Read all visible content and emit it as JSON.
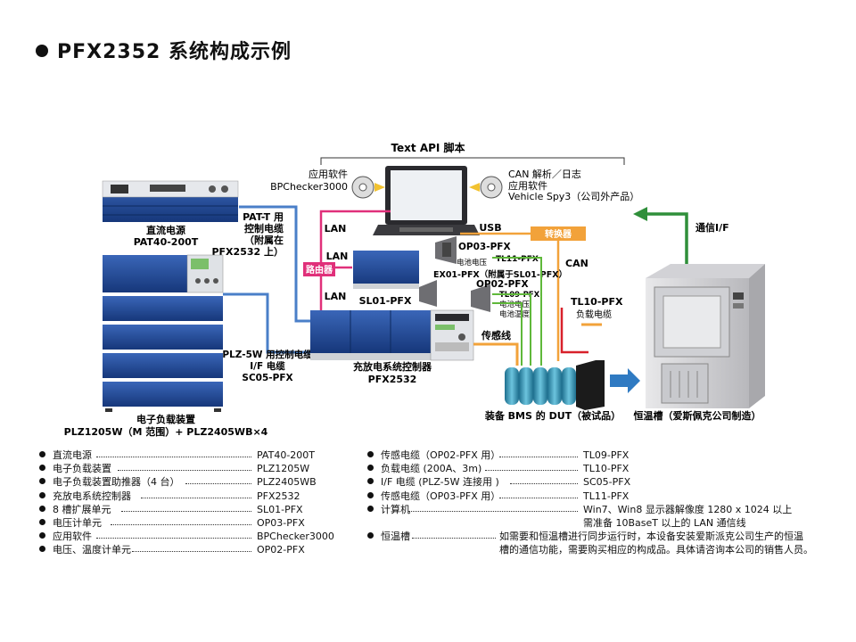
{
  "page": {
    "title": "PFX2352 系统构成示例"
  },
  "diagram": {
    "text_api": "Text API 脚本",
    "app_left": "应用软件",
    "app_left_name": "BPChecker3000",
    "can_log": "CAN 解析／日志",
    "app_right": "应用软件",
    "app_right_name": "Vehicle Spy3（公司外产品）",
    "psu_label": "直流电源",
    "psu_model": "PAT40-200T",
    "pat_cable_1": "PAT-T 用",
    "pat_cable_2": "控制电缆",
    "pat_cable_3": "（附属在",
    "pat_cable_4": "PFX2532 上）",
    "lan1": "LAN",
    "lan2": "LAN",
    "lan3": "LAN",
    "router": "路由器",
    "usb": "USB",
    "converter": "转换器",
    "can": "CAN",
    "op03": "OP03-PFX",
    "batt_voltage": "电池电压",
    "tl11": "TL11-PFX",
    "ex01": "EX01-PFX（附属于SL01-PFX）",
    "op02": "OP02-PFX",
    "tl09": "TL09-PFX",
    "batt_voltage2": "电池电压",
    "batt_temp": "电池温度",
    "sl01": "SL01-PFX",
    "tl10": "TL10-PFX",
    "load_cable": "负载电缆",
    "sensor_line": "传感线",
    "comm_if": "通信I/F",
    "plz_cable_1": "PLZ-5W 用控制电缆",
    "plz_cable_2": "I/F 电缆",
    "plz_cable_3": "SC05-PFX",
    "controller_label": "充放电系统控制器",
    "controller_model": "PFX2532",
    "load_label": "电子负载装置",
    "load_models": "PLZ1205W（M 范围）+ PLZ2405WB×4",
    "dut_label": "装备 BMS 的 DUT（被试品）",
    "chamber_label": "恒温槽（爱斯佩克公司制造）"
  },
  "legend_left": [
    {
      "name": "直流电源",
      "value": "PAT40-200T"
    },
    {
      "name": "电子负载装置",
      "value": "PLZ1205W"
    },
    {
      "name": "电子负载装置助推器（4 台）",
      "value": "PLZ2405WB"
    },
    {
      "name": "充放电系统控制器",
      "value": "PFX2532"
    },
    {
      "name": "8 槽扩展单元",
      "value": "SL01-PFX"
    },
    {
      "name": "电压计单元",
      "value": "OP03-PFX"
    },
    {
      "name": "应用软件",
      "value": "BPChecker3000"
    },
    {
      "name": "电压、温度计单元",
      "value": "OP02-PFX"
    }
  ],
  "legend_right": [
    {
      "name": "传感电缆（OP02-PFX 用）",
      "value": "TL09-PFX"
    },
    {
      "name": "负载电缆 (200A、3m)",
      "value": "TL10-PFX"
    },
    {
      "name": "I/F 电缆 (PLZ-5W 连接用 )",
      "value": "SC05-PFX"
    },
    {
      "name": "传感电缆（OP03-PFX 用）",
      "value": "TL11-PFX"
    },
    {
      "name": "计算机",
      "value": "Win7、Win8 显示器解像度 1280 x 1024 以上",
      "value2": "需准备 10BaseT 以上的 LAN 通信线"
    },
    {
      "name": "恒温槽",
      "value": "如需要和恒温槽进行同步运行时，本设备安装爱斯派克公司生产的恒温",
      "value2": "槽的通信功能，需要购买相应的构成品。具体请咨询本公司的销售人员。"
    }
  ],
  "colors": {
    "blue_cable": "#4a7fc8",
    "pink_cable": "#e0307a",
    "orange_cable": "#f2a23a",
    "green_cable": "#5fb83a",
    "red_cable": "#d8212a",
    "equipment_blue": "#1f4a9a",
    "battery_teal": "#3a9ab8",
    "arrow_blue": "#2f7ac2",
    "arrow_green": "#2f8f3a"
  }
}
